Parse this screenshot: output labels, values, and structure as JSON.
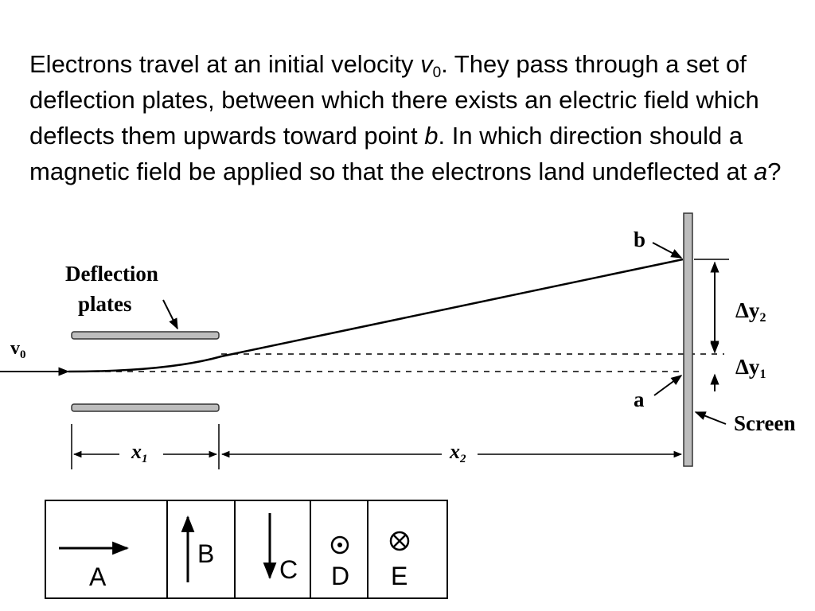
{
  "question": {
    "part1": "Electrons travel at an initial velocity ",
    "v_symbol": "v",
    "v_subscript": "0",
    "part2": ".  They pass through a set of deflection plates, between which there exists an electric field which deflects them upwards toward point ",
    "b_symbol": "b",
    "part3": ".  In which direction should a magnetic field be applied so that the electrons land undeflected at ",
    "a_symbol": "a",
    "part4": "?"
  },
  "diagram": {
    "plates_label_line1": "Deflection",
    "plates_label_line2": "plates",
    "v0_label": "v",
    "v0_sub": "0",
    "b_label": "b",
    "a_label": "a",
    "dy2_label": "Δy",
    "dy2_sub": "2",
    "dy1_label": "Δy",
    "dy1_sub": "1",
    "screen_label": "Screen",
    "x1_label": "x",
    "x1_sub": "1",
    "x2_label": "x",
    "x2_sub": "2"
  },
  "choices": [
    {
      "letter": "A",
      "direction": "right",
      "icon": "arrow-right-icon"
    },
    {
      "letter": "B",
      "direction": "up",
      "icon": "arrow-up-icon"
    },
    {
      "letter": "C",
      "direction": "down",
      "icon": "arrow-down-icon"
    },
    {
      "letter": "D",
      "direction": "out of page",
      "icon": "dot-circle-icon"
    },
    {
      "letter": "E",
      "direction": "into page",
      "icon": "cross-circle-icon"
    }
  ]
}
